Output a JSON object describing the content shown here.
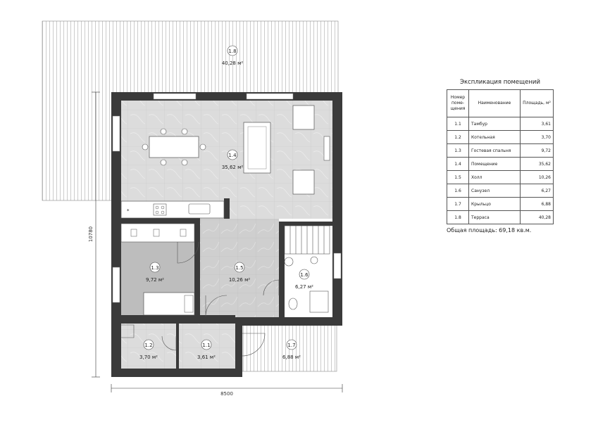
{
  "legend": {
    "title": "Экспликация помещений",
    "headers": [
      "Номер поме-щения",
      "Наименование",
      "Площадь, м²"
    ],
    "rows": [
      {
        "num": "1.1",
        "name": "Тамбур",
        "area": "3,61"
      },
      {
        "num": "1.2",
        "name": "Котельная",
        "area": "3,70"
      },
      {
        "num": "1.3",
        "name": "Гостевая спальня",
        "area": "9,72"
      },
      {
        "num": "1.4",
        "name": "Помещение",
        "area": "35,62"
      },
      {
        "num": "1.5",
        "name": "Холл",
        "area": "10,26"
      },
      {
        "num": "1.6",
        "name": "Санузел",
        "area": "6,27"
      },
      {
        "num": "1.7",
        "name": "Крыльцо",
        "area": "6,88"
      },
      {
        "num": "1.8",
        "name": "Терраса",
        "area": "40,28"
      }
    ],
    "total": "Общая площадь: 69,18 кв.м."
  },
  "plan": {
    "dimension_width": "8500",
    "dimension_height": "10780",
    "rooms": [
      {
        "num": "1.8",
        "area": "40,28 м²"
      },
      {
        "num": "1.4",
        "area": "35,62 м²"
      },
      {
        "num": "1.3",
        "area": "9,72 м²"
      },
      {
        "num": "1.5",
        "area": "10,26 м²"
      },
      {
        "num": "1.6",
        "area": "6,27 м²"
      },
      {
        "num": "1.2",
        "area": "3,70 м²"
      },
      {
        "num": "1.1",
        "area": "3,61 м²"
      },
      {
        "num": "1.7",
        "area": "6,88 м²"
      }
    ],
    "colors": {
      "wall": "#3a3a3a",
      "tile": "#d9d9d9",
      "hall": "#c8c8c8",
      "wood": "#ffffff",
      "line": "#9a9a9a"
    }
  }
}
